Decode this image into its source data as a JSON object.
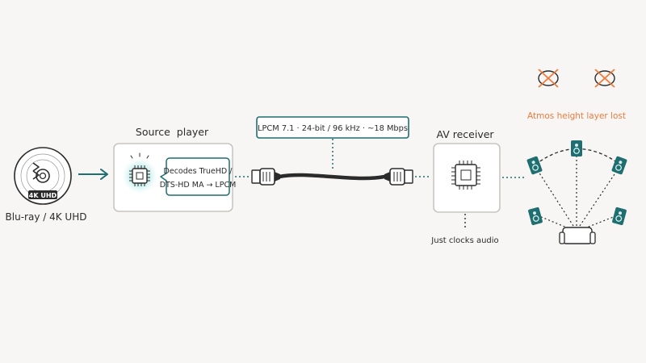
{
  "source": {
    "disc_label": "Blu-ray / 4K UHD",
    "disc_badge": "4K UHD"
  },
  "player": {
    "title": "Source  player",
    "bubble_line1": "Decodes TrueHD /",
    "bubble_line2": "DTS-HD MA → LPCM"
  },
  "cable": {
    "label": "LPCM 7.1 · 24-bit / 96 kHz · ~18 Mbps"
  },
  "receiver": {
    "title": "AV receiver",
    "note": "Just clocks audio"
  },
  "speakers": {
    "height_lost_label": "Atmos height layer lost"
  },
  "colors": {
    "teal": "#1f6e70",
    "teal_glow": "#7fd8d6",
    "orange": "#f07a3a",
    "ink": "#2b2b2b",
    "box_border": "#c9c6c0"
  }
}
